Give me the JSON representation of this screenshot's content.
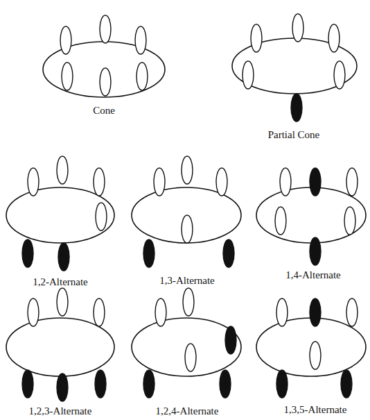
{
  "diagram": {
    "labels": [
      "Cone",
      "Partial Cone",
      "1,2-Alternate",
      "1,3-Alternate",
      "1,4-Alternate",
      "1,2,3-Alternate",
      "1,2,4-Alternate",
      "1,3,5-Alternate"
    ]
  }
}
